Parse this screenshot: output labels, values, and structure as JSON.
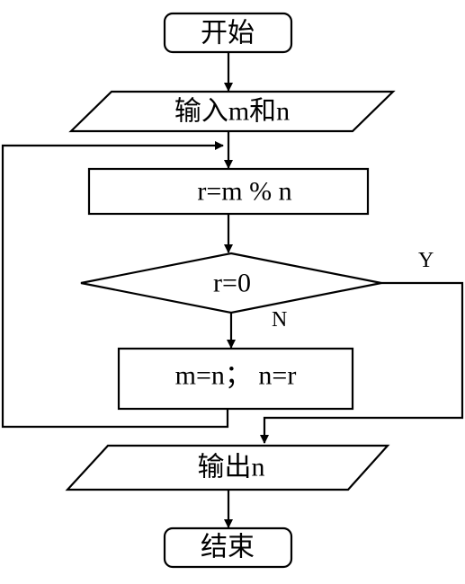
{
  "nodes": {
    "start": "开始",
    "input": "输入m和n",
    "remainder": "r=m % n",
    "condition": "r=0",
    "swap": "m=n；  n=r",
    "output": "输出n",
    "end": "结束"
  },
  "branches": {
    "yes": "Y",
    "no": "N"
  }
}
